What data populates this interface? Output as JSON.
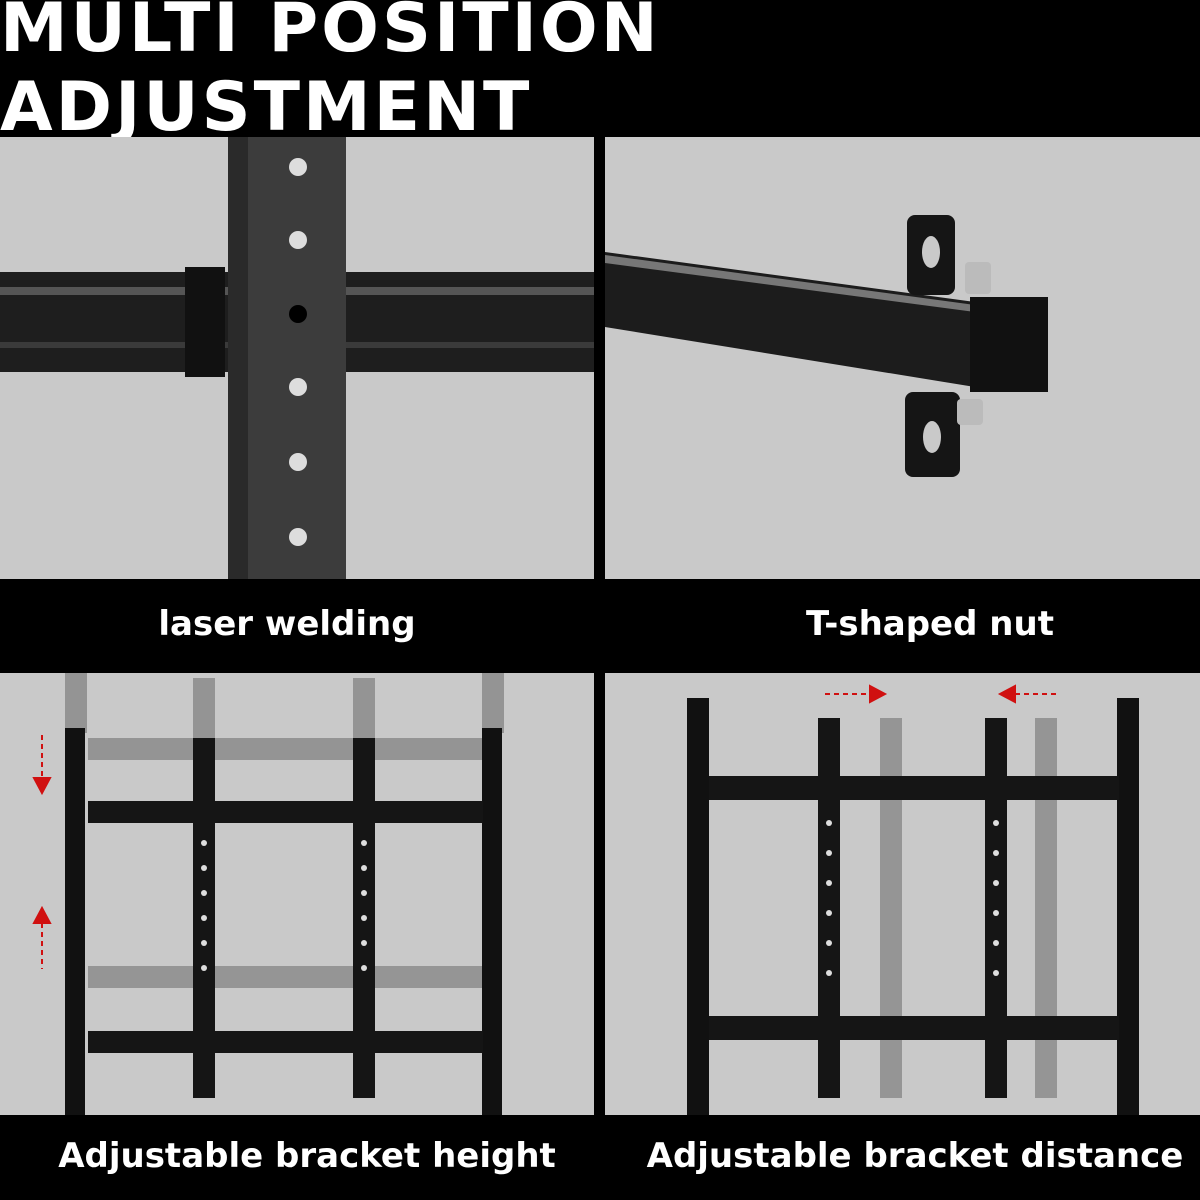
{
  "title": "MULTI POSITION ADJUSTMENT",
  "panels": [
    {
      "label": "laser welding"
    },
    {
      "label": "T-shaped nut"
    },
    {
      "label": "Adjustable bracket height"
    },
    {
      "label": "Adjustable bracket distance"
    }
  ],
  "colors": {
    "background": "#000000",
    "panel": "#c9c9c9",
    "arrow": "#d01010"
  }
}
